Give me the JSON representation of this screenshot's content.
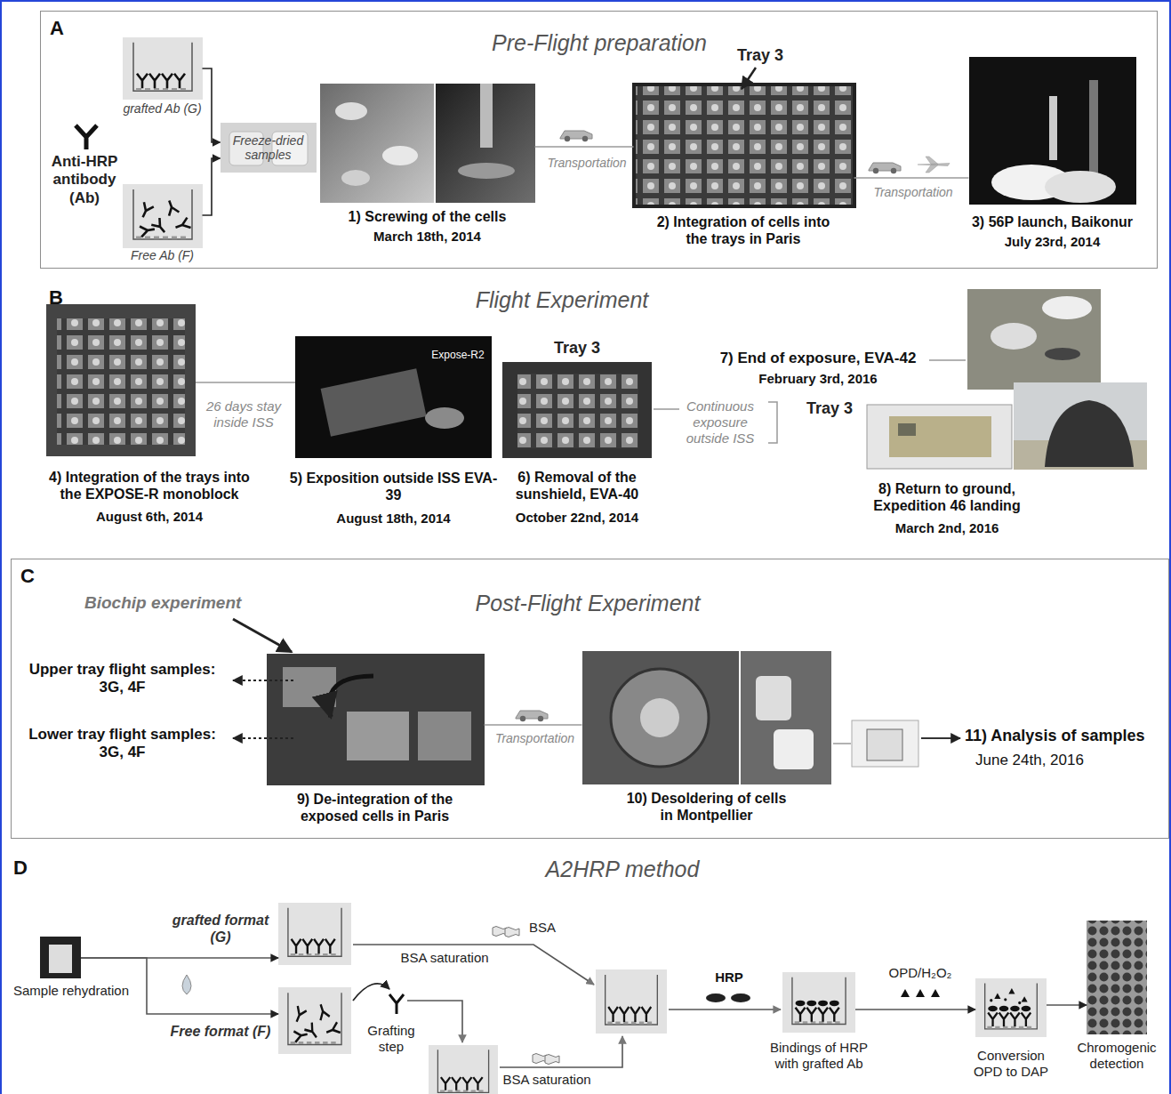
{
  "diagram": {
    "nodes": [
      {
        "text": [
          "A",
          "Pre-Flight preparation"
        ]
      },
      {
        "text": [
          "grafted Ab (G)"
        ],
        "in": 0
      },
      {
        "text": [
          "Free Ab (F)"
        ],
        "in": 0
      },
      {
        "text": [
          "Freeze-dried samples"
        ],
        "in": 0
      },
      {
        "text": [
          "1) Screwing of the cells",
          "March 18th, 2014"
        ],
        "in": 0
      },
      {
        "text": [
          "2) Integration of cells into the trays in Paris"
        ],
        "in": 0
      },
      {
        "text": [
          "3) 56P launch, Baikonur",
          "July 23rd, 2014"
        ],
        "in": 0
      },
      {
        "text": [
          "4) Integration of the trays into the EXPOSE-R monoblock",
          "August 6th, 2014"
        ]
      },
      {
        "text": [
          "Expose-R2",
          "5) Exposition outside ISS EVA-39",
          "August 18th, 2014"
        ]
      },
      {
        "text": [
          "Tray 3",
          "6) Removal of the sunshield, EVA-40",
          "October 22nd, 2014"
        ]
      },
      {
        "text": [
          "Tray 3",
          "8) Return to ground, Expedition 46 landing",
          "March 2nd, 2016"
        ]
      },
      {
        "text": [
          "C",
          "Post-Flight Experiment"
        ]
      },
      {
        "text": [
          "9) De-integration of the exposed cells in Paris"
        ],
        "in": 11
      },
      {
        "text": [
          "10) Desoldering of cells in Montpellier"
        ],
        "in": 11
      },
      {
        "text": [
          "Sample rehydration"
        ]
      },
      {
        "text": [
          "grafted format (G)"
        ]
      },
      {
        "text": [
          "Free format (F)"
        ]
      },
      {
        "text": [
          "Bindings of HRP with grafted Ab"
        ]
      },
      {
        "text": [
          "Conversion OPD to DAP"
        ]
      },
      {
        "text": [
          "Chromogenic detection"
        ]
      }
    ],
    "edges": [
      {
        "from": 1,
        "to": 3,
        "arrow": "to"
      },
      {
        "from": 2,
        "to": 3,
        "arrow": "to"
      },
      {
        "from": 4,
        "to": 5,
        "label": "Transportation",
        "arrow": "none"
      },
      {
        "from": 5,
        "to": 6,
        "label": "Transportation",
        "arrow": "none"
      },
      {
        "from": 7,
        "to": 8,
        "label": "26 days stay inside ISS",
        "arrow": "none"
      },
      {
        "from": 12,
        "to": 13,
        "label": "Transportation",
        "arrow": "none"
      },
      {
        "from": 14,
        "to": 15,
        "arrow": "to"
      },
      {
        "from": 14,
        "to": 16,
        "arrow": "to"
      },
      {
        "from": 17,
        "to": 18,
        "label": "OPD/H₂O₂",
        "arrow": "to"
      },
      {
        "from": 18,
        "to": 19,
        "arrow": "to"
      }
    ],
    "labels": [
      "Anti-HRP antibody (Ab)",
      "Tray 3",
      "B",
      "Flight Experiment",
      "Continuous exposure outside ISS",
      "7) End of exposure, EVA-42",
      "February 3rd, 2016",
      "Biochip experiment",
      "Upper tray flight samples: 3G, 4F",
      "Lower tray flight samples: 3G, 4F",
      "11) Analysis of samples",
      "June 24th, 2016",
      "D",
      "A2HRP method",
      "BSA",
      "BSA saturation",
      "Grafting step",
      "BSA saturation",
      "HRP"
    ]
  }
}
